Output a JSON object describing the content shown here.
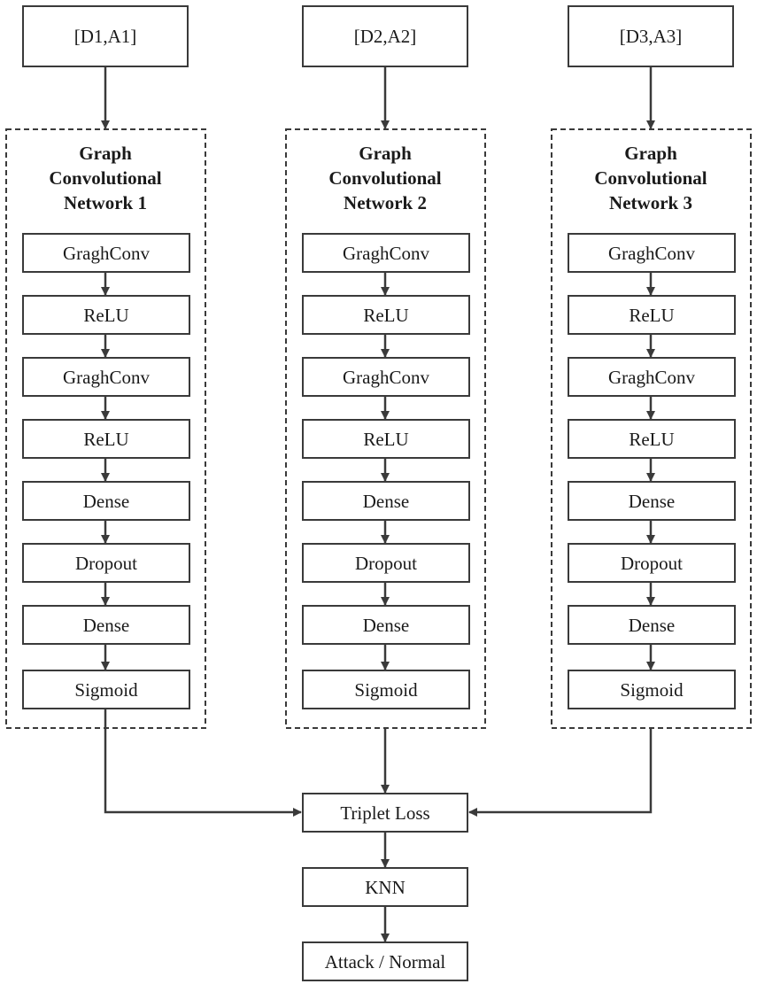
{
  "inputs": [
    "[D1,A1]",
    "[D2,A2]",
    "[D3,A3]"
  ],
  "networks": [
    {
      "title": [
        "Graph",
        "Convolutional",
        "Network 1"
      ],
      "layers": [
        "GraghConv",
        "ReLU",
        "GraghConv",
        "ReLU",
        "Dense",
        "Dropout",
        "Dense",
        "Sigmoid"
      ]
    },
    {
      "title": [
        "Graph",
        "Convolutional",
        "Network 2"
      ],
      "layers": [
        "GraghConv",
        "ReLU",
        "GraghConv",
        "ReLU",
        "Dense",
        "Dropout",
        "Dense",
        "Sigmoid"
      ]
    },
    {
      "title": [
        "Graph",
        "Convolutional",
        "Network 3"
      ],
      "layers": [
        "GraghConv",
        "ReLU",
        "GraghConv",
        "ReLU",
        "Dense",
        "Dropout",
        "Dense",
        "Sigmoid"
      ]
    }
  ],
  "merge": {
    "loss": "Triplet Loss",
    "classifier": "KNN",
    "output": "Attack / Normal"
  }
}
